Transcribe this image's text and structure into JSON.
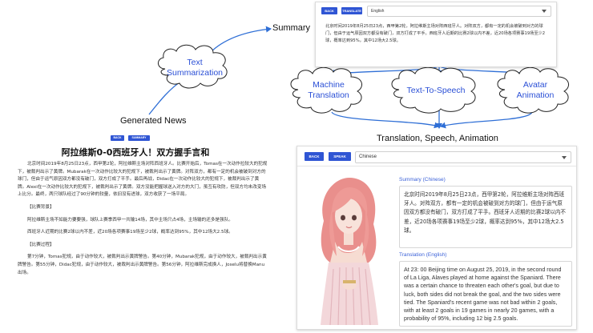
{
  "labels": {
    "summary": "Summary",
    "generated_news": "Generated News",
    "tsa": "Translation, Speech, Animation"
  },
  "clouds": {
    "text_summarization": [
      "Text",
      "Summarization"
    ],
    "machine_translation": [
      "Machine",
      "Translation"
    ],
    "tts": [
      "Text-To-Speech"
    ],
    "avatar": [
      "Avatar",
      "Animation"
    ]
  },
  "top_panel": {
    "back_label": "BACK",
    "translate_label": "TRANSLATE",
    "language": "English",
    "summary_text": "北京时间2019年8月25日23点，西甲第2轮，阿拉维斯主场对阵西班牙人。对阵双方，都有一定的机会被破到对方的球门，但由于运气原因双方都没有破门，双方打成了平手。西班牙人近期的比赛2球以内不差，近20场各项赛事19场至少2球，概率达到95%，其中12场大2.5球。"
  },
  "news_panel": {
    "back_label": "BACK",
    "summary_label": "SUMMARY",
    "headline": "阿拉维斯0-0西班牙人！双方握手言和",
    "paragraphs": [
      "北京时间2019年8月25日23点，西甲第2轮，阿拉维斯主场对阵西班牙人。比赛开始后，Tomas在一次动作拉较大的犯规下，被裁判出示了黄牌。Mubarak在一次动作比较大的犯规下，被裁判出示了黄牌。对阵双方，都有一定的机会被破到对方的球门，但由于运气原因双方都没有破门，双方打成了平手。最后再战，Didac在一次动作比较大的犯规下，被裁判出示了黄牌。Alexi在一次动作比较大的犯规下，被裁判出示了黄牌。双方没能把握球送入对方的大门，虽互有攻防，但双方均未改变场上比分。最终，两只球队经过了90分钟的较量，依旧没有进球，双方收获了一场平局。",
      "【比赛背景】",
      "阿拉维斯主场不如能力要要强，球队上赛季西甲一共输14场，其中主场只占4场，主场输的还多是强队。",
      "西班牙人近期的比赛2球以内不差，近20场各项赛事19场至少2球，概率达到95%，其中12场大2.5球。",
      "【比赛过程】",
      "第7分钟，Tomas犯规，由于动作较大，被裁判出示黄牌警告。第40分钟，Mubarak犯规，由于动作较大，被裁判出示黄牌警告。第55分钟，Didac犯规，由于动作较大，被裁判出示黄牌警告。第56分钟，阿拉维斯完成换人，Joselu将替换Manu出场。"
    ]
  },
  "avatar_panel": {
    "back_label": "BACK",
    "speak_label": "SPEAK",
    "language": "Chinese",
    "summary_heading": "Summary (Chinese)",
    "summary_text": "北京时间2019年8月25日23点，西甲第2轮，阿拉维斯主场对阵西班牙人。对阵双方，都有一定的机会被破到对方的球门，但由于运气原因双方都没有破门，双方打成了平手。西班牙人近期的比赛2球以内不差，近20场各项赛事19场至少2球，概率达到95%，其中12场大2.5球。",
    "translation_heading": "Translation (English)",
    "translation_text": "At 23: 00 Beijing time on August 25, 2019, in the second round of La Liga, Alaves played at home against the Spaniard. There was a certain chance to threaten each other's goal, but due to luck, both sides did not break the goal, and the two sides were tied. The Spaniard's recent game was not bad within 2 goals, with at least 2 goals in 19 games in nearly 20 games, with a probability of 95%, including 12 big 2.5 goals."
  },
  "colors": {
    "arrow": "#2f6fd6",
    "button": "#2f55d4",
    "cloud_text": "#2a4fd6",
    "section_label": "#3c62d8"
  }
}
